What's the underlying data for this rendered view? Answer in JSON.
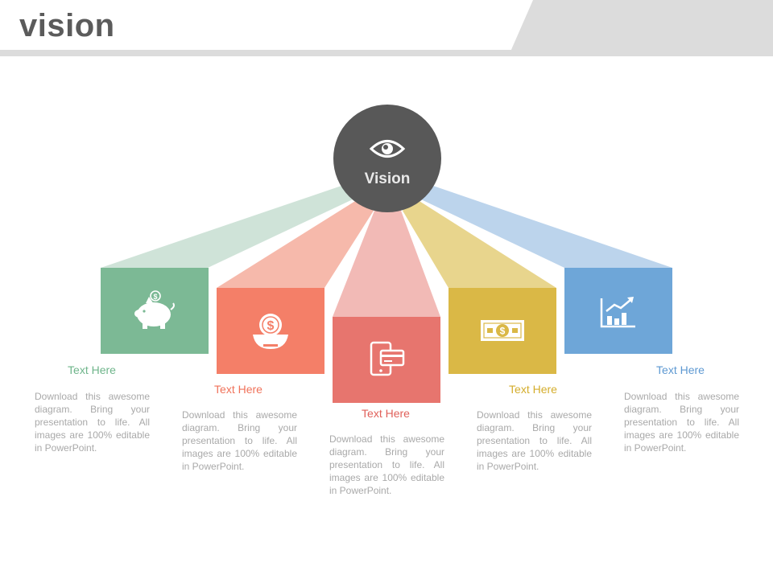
{
  "slide": {
    "title": "vision",
    "hub": {
      "label": "Vision",
      "icon": "eye-icon"
    }
  },
  "items": [
    {
      "title": "Text Here",
      "desc": "Download this awesome diagram. Bring your presentation to life. All images are 100% editable in PowerPoint.",
      "icon": "piggy-bank-icon",
      "color": "#7cb995",
      "beam_color": "#cfe3d8",
      "title_color": "#6fb58b"
    },
    {
      "title": "Text Here",
      "desc": "Download this awesome diagram. Bring your presentation to life. All images are 100% editable in PowerPoint.",
      "icon": "dollar-coin-bowl-icon",
      "color": "#f47f68",
      "beam_color": "#f6b9ab",
      "title_color": "#f0725a"
    },
    {
      "title": "Text Here",
      "desc": "Download this awesome diagram. Bring your presentation to life. All images are 100% editable in PowerPoint.",
      "icon": "mobile-card-payment-icon",
      "color": "#e7756e",
      "beam_color": "#f2bab6",
      "title_color": "#e0605a"
    },
    {
      "title": "Text Here",
      "desc": "Download this awesome diagram. Bring your presentation to life. All images are 100% editable in PowerPoint.",
      "icon": "dollar-bill-icon",
      "color": "#dab846",
      "beam_color": "#e8d58d",
      "title_color": "#d4ad2c"
    },
    {
      "title": "Text Here",
      "desc": "Download this awesome diagram. Bring your presentation to life. All images are 100% editable in PowerPoint.",
      "icon": "growth-chart-icon",
      "color": "#6ea6d8",
      "beam_color": "#bcd4ec",
      "title_color": "#5e99d2"
    }
  ]
}
